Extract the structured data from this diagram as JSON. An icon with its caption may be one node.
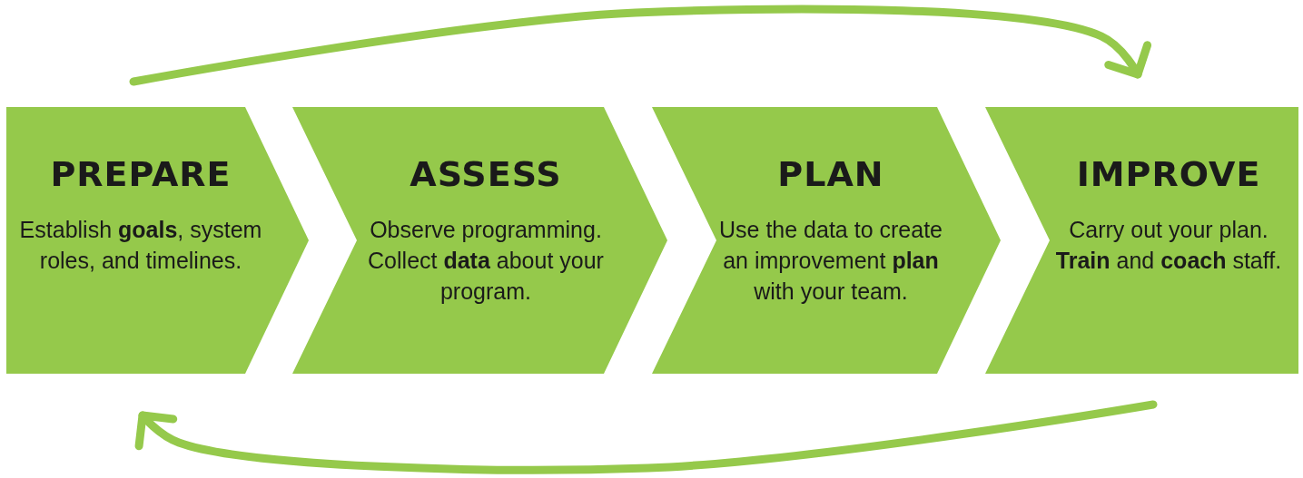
{
  "diagram": {
    "nodes": [
      {
        "text": [
          "PREPARE",
          "Establish **goals**, system roles, and timelines."
        ]
      },
      {
        "text": [
          "ASSESS",
          "Observe programming. Collect **data** about your program."
        ]
      },
      {
        "text": [
          "PLAN",
          "Use the data to create an improvement **plan** with your team."
        ]
      },
      {
        "text": [
          "IMPROVE",
          "Carry out your plan. **Train** and **coach** staff."
        ]
      }
    ],
    "edges": [
      {
        "from": 0,
        "to": 3,
        "arrow": "to"
      },
      {
        "from": 3,
        "to": 0,
        "arrow": "to"
      }
    ]
  }
}
